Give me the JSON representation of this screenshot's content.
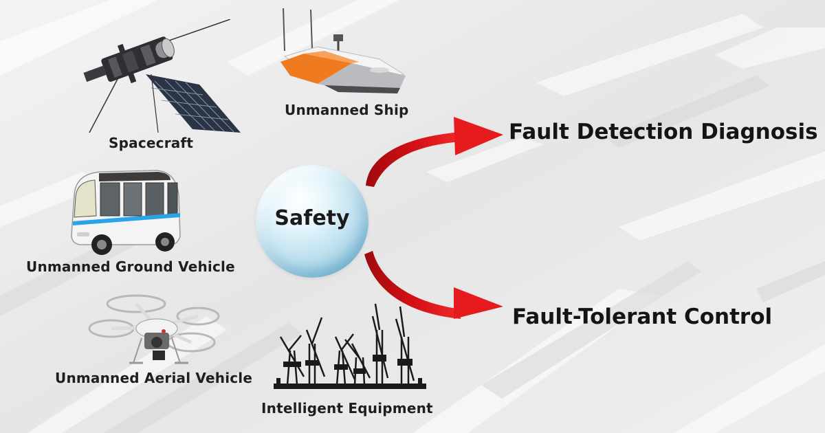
{
  "center": {
    "label": "Safety"
  },
  "outcomes": {
    "detection": "Fault Detection Diagnosis",
    "tolerance": "Fault-Tolerant Control"
  },
  "systems": {
    "spacecraft": "Spacecraft",
    "ship": "Unmanned Ship",
    "ground": "Unmanned Ground Vehicle",
    "aerial": "Unmanned Aerial Vehicle",
    "equipment": "Intelligent Equipment"
  },
  "colors": {
    "arrow": "#d40f14",
    "background": "#e9e9ea",
    "bubble": "#9fd0e6",
    "ship_hull": "#f07a1e",
    "bus_stripe": "#2aa3e8"
  },
  "icons": [
    "satellite-icon",
    "boat-icon",
    "bus-icon",
    "drone-icon",
    "cranes-icon"
  ]
}
